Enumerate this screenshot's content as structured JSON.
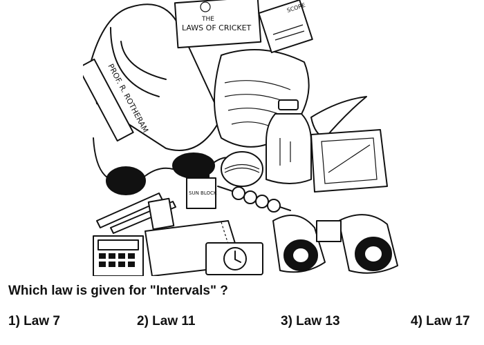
{
  "illustration": {
    "book_title_line1": "THE",
    "book_title_line2": "LAWS OF CRICKET",
    "bag_label": "PROF. R. ROTHERAM",
    "note_label": "SCORE",
    "bottle_label": "SUN BLOCK",
    "icons": [
      "bag-icon",
      "book-icon",
      "sunglasses-icon",
      "cricket-ball-icon",
      "bottle-icon",
      "calculator-icon",
      "notebook-icon",
      "camera-icon",
      "binoculars-icon",
      "banana-icon",
      "sandwich-icon",
      "counter-icon",
      "pen-icon"
    ]
  },
  "question": {
    "text": "Which law is given for \"Intervals\" ?"
  },
  "options": [
    {
      "label": "1) Law 7"
    },
    {
      "label": "2) Law 11"
    },
    {
      "label": "3) Law 13"
    },
    {
      "label": "4) Law 17"
    }
  ]
}
